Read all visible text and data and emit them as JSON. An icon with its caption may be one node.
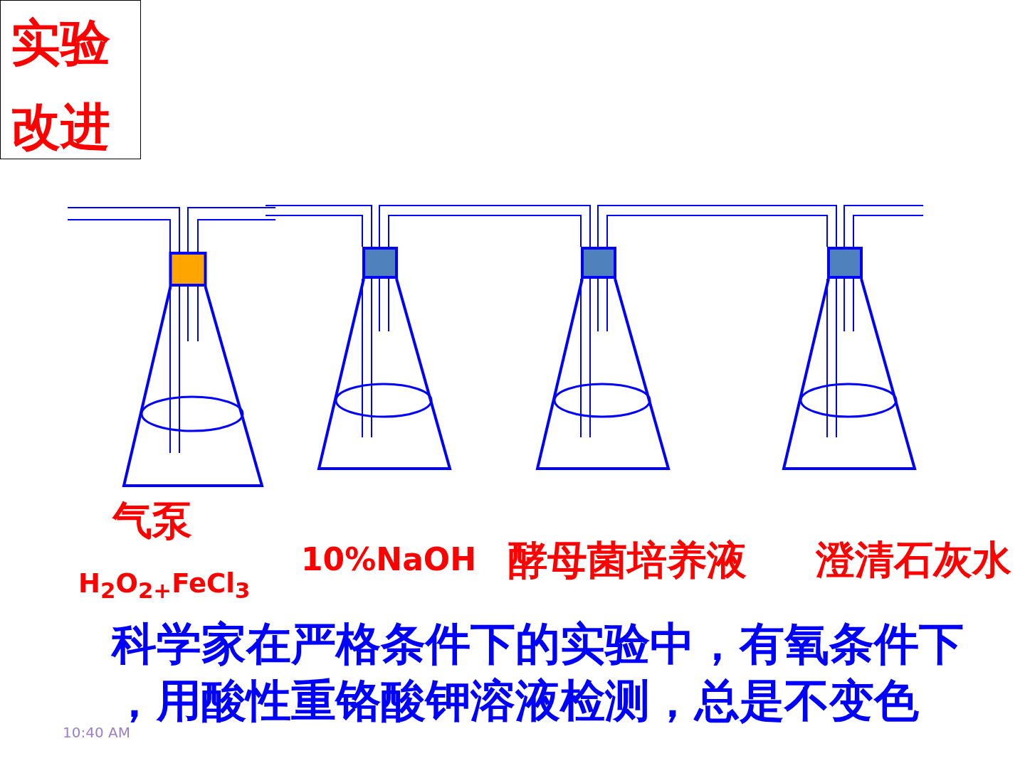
{
  "diagram": {
    "caption": "科学家在严格条件下的实验中，有氧条件下，用酸性重铬酸钾溶液检测，总是不变色",
    "nodes": [
      {
        "text": [
          "实验改进"
        ]
      },
      {
        "text": [],
        "shape": "flask",
        "beside": [
          "气泵",
          "H$_{2}$O$_{2+}$FeCl$_{3}$"
        ]
      },
      {
        "text": [],
        "shape": "flask",
        "beside": [
          "10%NaOH"
        ]
      },
      {
        "text": [],
        "shape": "flask",
        "beside": [
          "酵母菌培养液"
        ]
      },
      {
        "text": [],
        "shape": "flask",
        "beside": [
          "澄清石灰水"
        ]
      }
    ],
    "edges": [
      {
        "from": null,
        "to": 1,
        "arrow": "none"
      },
      {
        "from": 1,
        "to": 2,
        "arrow": "none"
      },
      {
        "from": 2,
        "to": 3,
        "arrow": "none"
      },
      {
        "from": 3,
        "to": 4,
        "arrow": "none"
      },
      {
        "from": 4,
        "to": null,
        "arrow": "none"
      }
    ],
    "labels": [
      "10:40 AM"
    ]
  }
}
